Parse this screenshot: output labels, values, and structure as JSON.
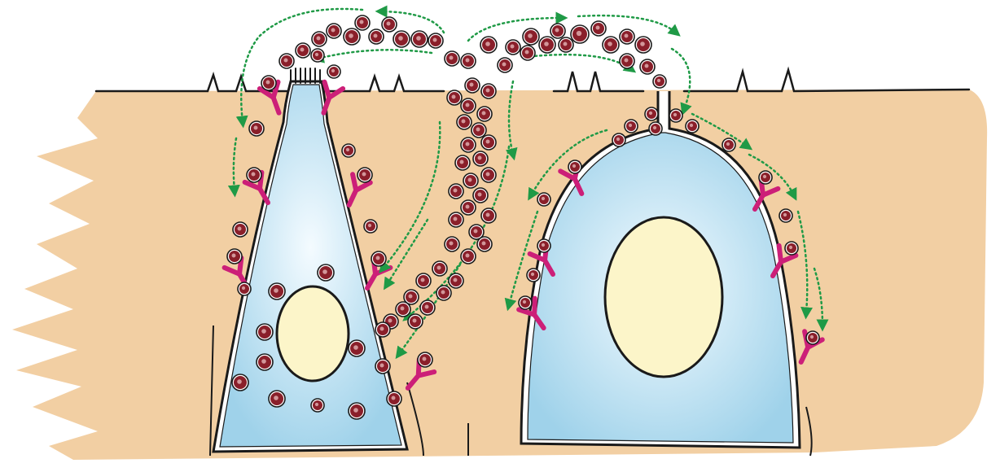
{
  "colors": {
    "background": "#ffffff",
    "tissue": "#f2cfa3",
    "cell_outer": "#1a1a1a",
    "cell_fill_center": "#f4fbff",
    "cell_fill_edge": "#9fd2ea",
    "nucleus": "#fcf5c9",
    "particle": "#8a1f2a",
    "particle_core": "#f1c9c9",
    "receptor": "#cc1f78",
    "flow_arrow": "#1f9a46"
  },
  "cells": [
    {
      "id": "tapered-cell",
      "shape": "cone"
    },
    {
      "id": "dome-cell",
      "shape": "dome"
    }
  ],
  "icons": {
    "receptor": "receptor-icon",
    "particle": "vesicle-icon",
    "arrow": "dotted-arrow-icon"
  }
}
